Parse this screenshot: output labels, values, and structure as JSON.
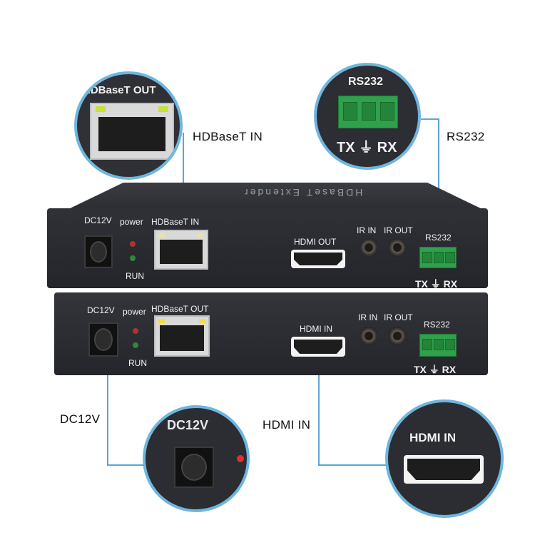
{
  "callouts": {
    "hdbaset_in": "HDBaseT IN",
    "rs232": "RS232",
    "dc12v": "DC12V",
    "hdmi_in": "HDMI IN"
  },
  "zoom_labels": {
    "hdbaset_out": "HDBaseT OUT",
    "rs232": "RS232",
    "tx_rx": "TX ⏚ RX",
    "dc12v": "DC12V",
    "hdmi_in": "HDMI IN"
  },
  "receiver": {
    "top_label": "HDBaseT Extender",
    "dc": "DC12V",
    "power": "power",
    "run": "RUN",
    "hdbaset": "HDBaseT IN",
    "hdmi": "HDMI OUT",
    "ir_in": "IR IN",
    "ir_out": "IR OUT",
    "rs232": "RS232",
    "tx_rx": "TX ⏚ RX"
  },
  "transmitter": {
    "dc": "DC12V",
    "power": "power",
    "run": "RUN",
    "hdbaset": "HDBaseT OUT",
    "hdmi": "HDMI IN",
    "ir_in": "IR IN",
    "ir_out": "IR OUT",
    "rs232": "RS232",
    "tx_rx": "TX ⏚ RX"
  },
  "colors": {
    "callout_line": "#5aa7d6",
    "device_body": "#2b2d33",
    "terminal_green": "#2fa04b"
  }
}
